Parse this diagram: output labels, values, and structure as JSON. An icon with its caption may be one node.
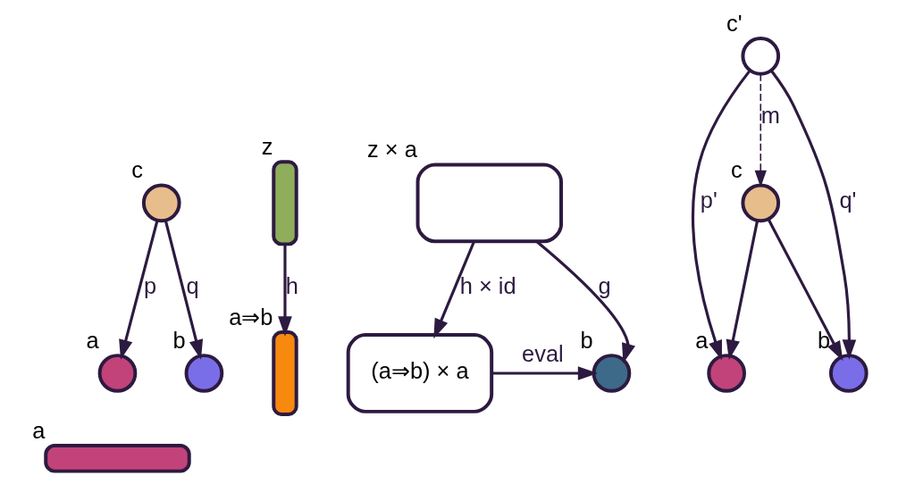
{
  "diagram": {
    "nodes": [
      {
        "text": [],
        "shape": "circle",
        "beside": [
          "c"
        ]
      },
      {
        "text": [],
        "shape": "circle",
        "beside": [
          "a"
        ]
      },
      {
        "text": [],
        "shape": "circle",
        "beside": [
          "b"
        ]
      },
      {
        "text": [],
        "shape": "bar",
        "beside": [
          "z"
        ]
      },
      {
        "text": [],
        "shape": "bar",
        "beside": [
          "a⇒b"
        ]
      },
      {
        "text": [],
        "shape": "box",
        "beside": [
          "z × a"
        ]
      },
      {
        "text": [
          "(a⇒b) × a"
        ]
      },
      {
        "text": [],
        "shape": "bar",
        "beside": [
          "a"
        ]
      },
      {
        "text": [],
        "shape": "circle",
        "beside": [
          "b"
        ]
      },
      {
        "text": [],
        "shape": "circle",
        "beside": [
          "c'"
        ]
      },
      {
        "text": [],
        "shape": "circle",
        "beside": [
          "c"
        ]
      },
      {
        "text": [],
        "shape": "circle",
        "beside": [
          "a"
        ]
      },
      {
        "text": [],
        "shape": "circle",
        "beside": [
          "b"
        ]
      }
    ],
    "edges": [
      {
        "from": 0,
        "to": 1,
        "arrow": "to",
        "label": "p"
      },
      {
        "from": 0,
        "to": 2,
        "arrow": "to",
        "label": "q"
      },
      {
        "from": 3,
        "to": 4,
        "arrow": "to",
        "label": "h"
      },
      {
        "from": 5,
        "to": 6,
        "arrow": "to",
        "label": "h × id"
      },
      {
        "from": 5,
        "to": 8,
        "arrow": "to",
        "label": "g"
      },
      {
        "from": 6,
        "to": 8,
        "arrow": "to",
        "label": "eval"
      },
      {
        "from": 9,
        "to": 10,
        "arrow": "to",
        "label": "m",
        "style": "dashed"
      },
      {
        "from": 9,
        "to": 11,
        "arrow": "to",
        "label": "p'"
      },
      {
        "from": 9,
        "to": 12,
        "arrow": "to",
        "label": "q'"
      },
      {
        "from": 10,
        "to": 11,
        "arrow": "to"
      },
      {
        "from": 10,
        "to": 12,
        "arrow": "to"
      }
    ]
  }
}
